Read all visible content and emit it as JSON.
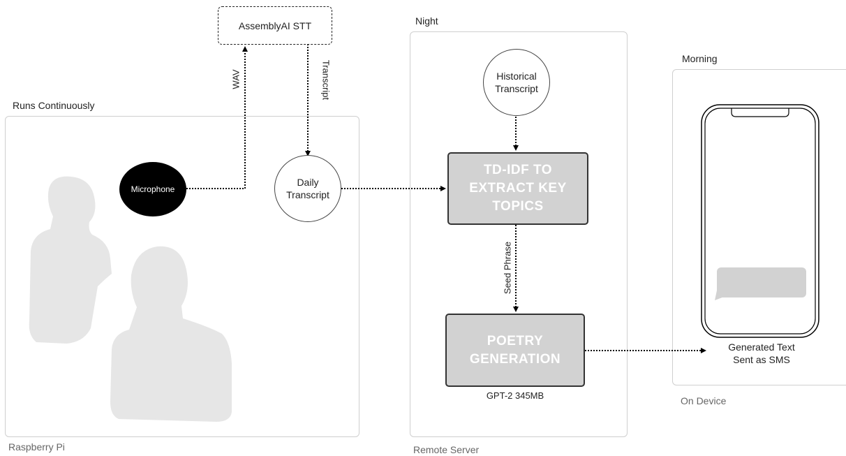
{
  "regions": {
    "raspberry_pi": {
      "top_label": "Runs Continuously",
      "bottom_label": "Raspberry Pi"
    },
    "remote_server": {
      "top_label": "Night",
      "bottom_label": "Remote Server"
    },
    "device": {
      "top_label": "Morning",
      "bottom_label": "On Device"
    }
  },
  "nodes": {
    "stt": "AssemblyAI STT",
    "microphone": "Microphone",
    "daily_transcript": [
      "Daily",
      "Transcript"
    ],
    "historical_transcript": [
      "Historical",
      "Transcript"
    ],
    "tfidf": [
      "TD-IDF TO",
      "EXTRACT KEY",
      "TOPICS"
    ],
    "poetry": [
      "POETRY",
      "GENERATION"
    ],
    "model_caption": "GPT-2 345MB",
    "output": [
      "Generated Text",
      "Sent as SMS"
    ]
  },
  "edges": {
    "wav": "WAV",
    "transcript": "Transcript",
    "seed_phrase": "Seed Phrase"
  },
  "colors": {
    "box_fill": "#d2d2d2",
    "silhouette": "#e6e6e6",
    "region_border": "#cfcfcf"
  }
}
